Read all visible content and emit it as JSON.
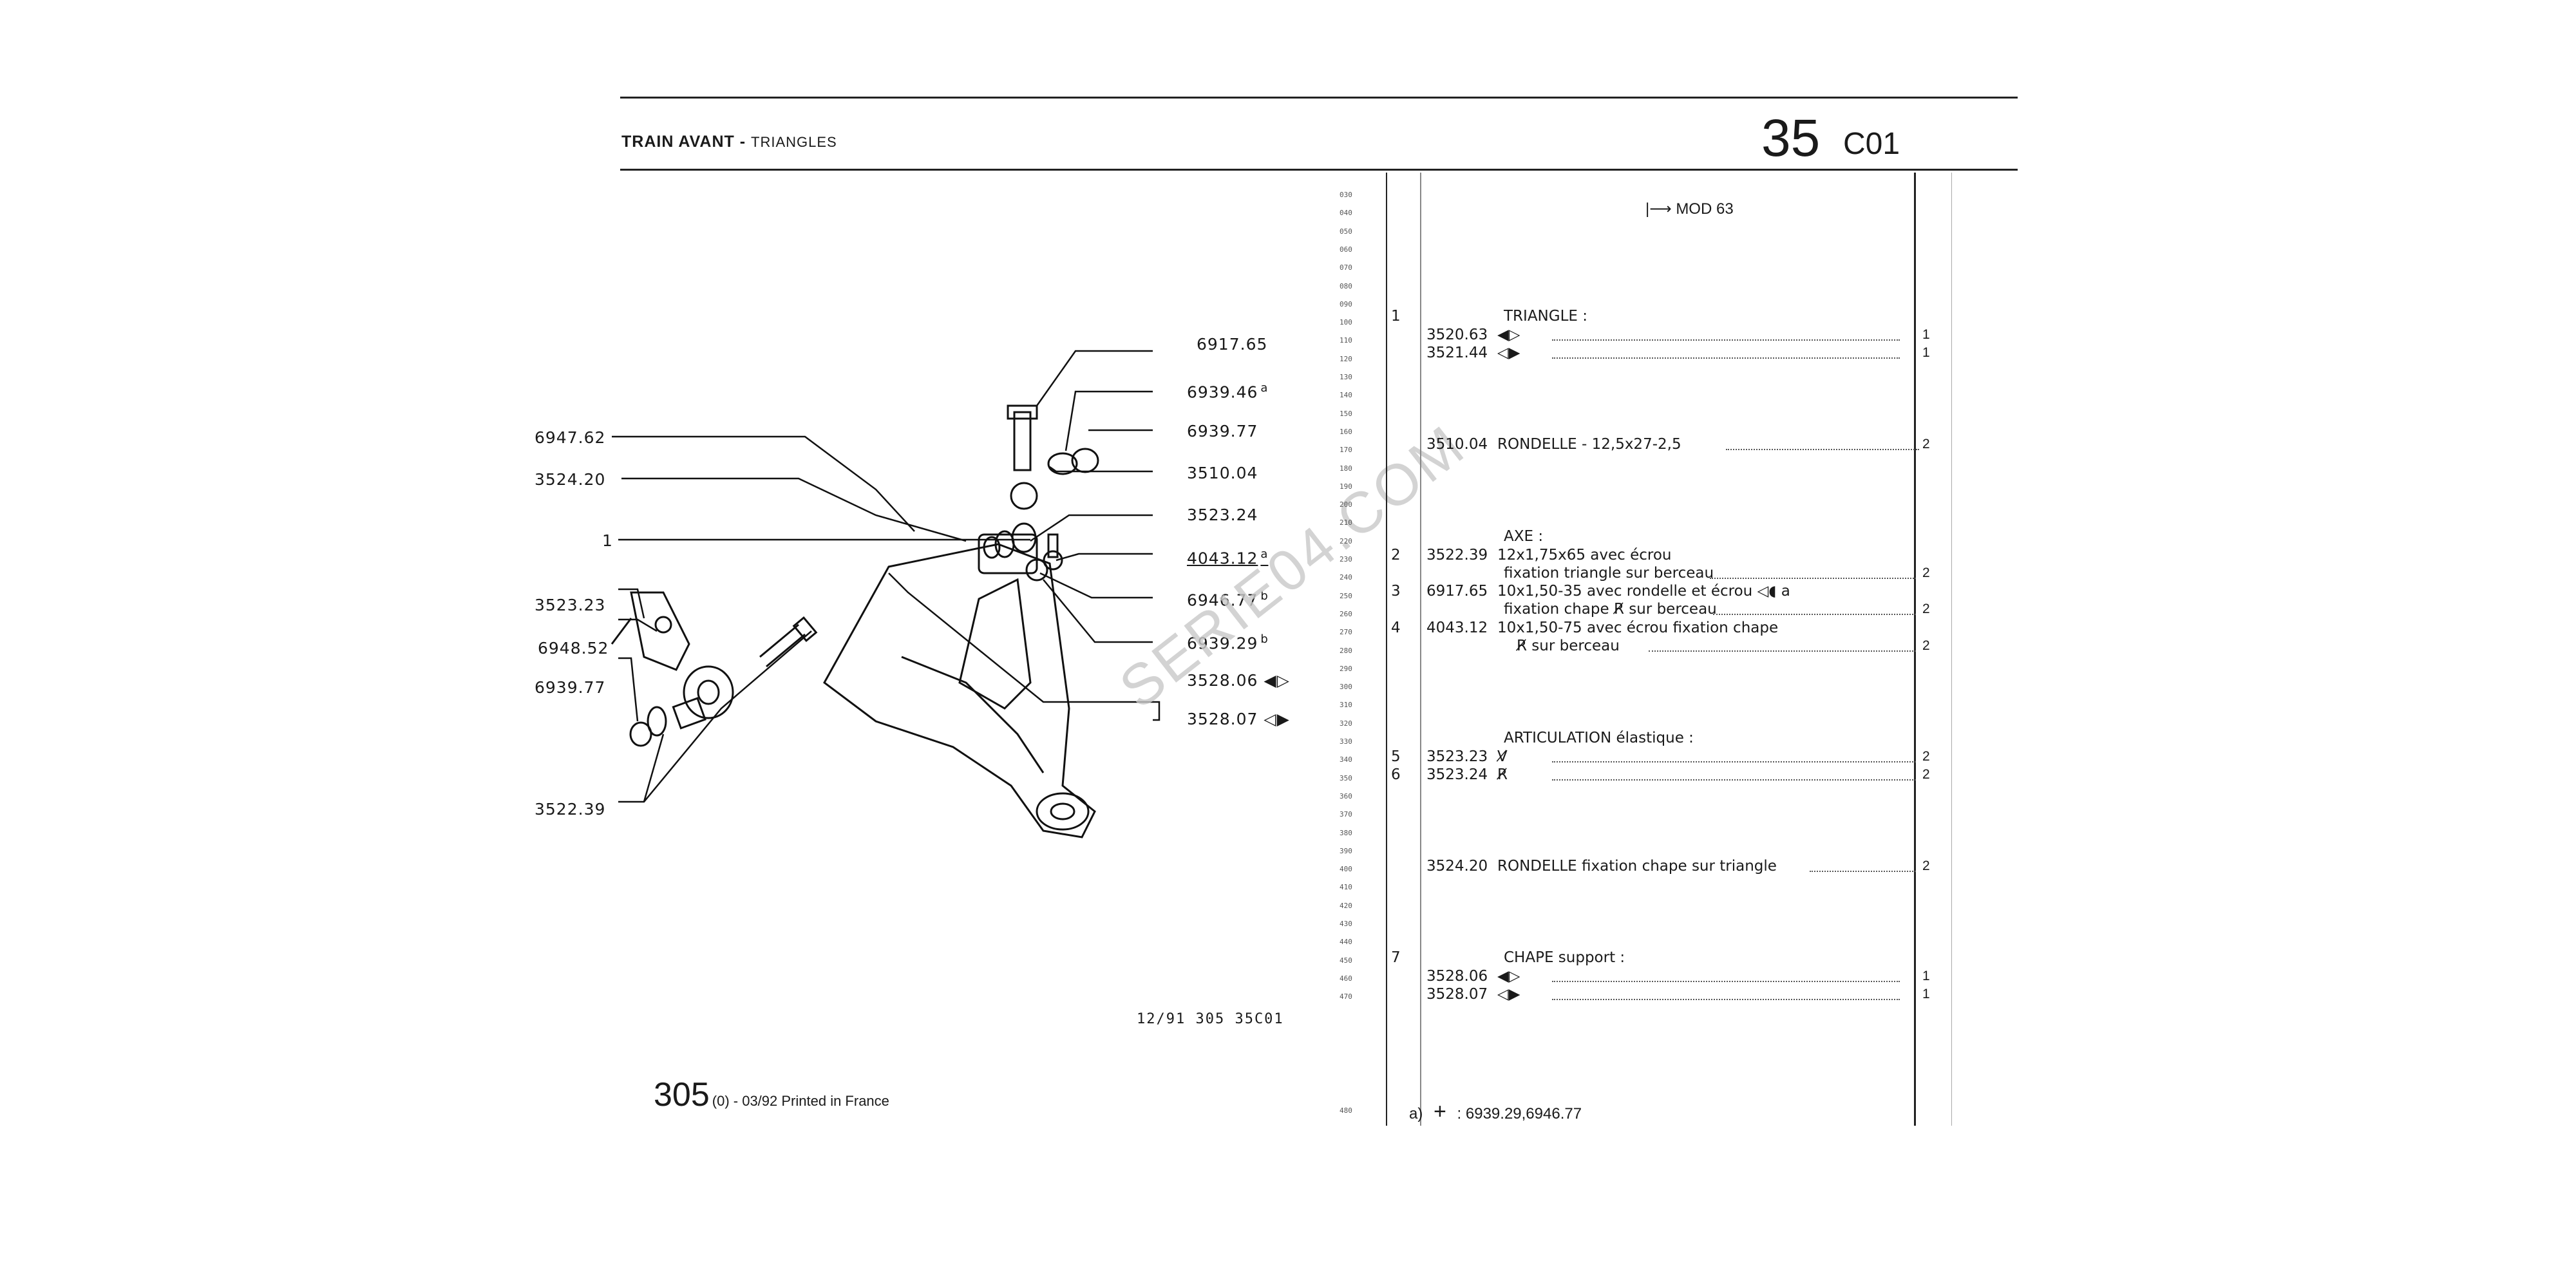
{
  "header": {
    "title_bold": "TRAIN AVANT",
    "title_sep": " - ",
    "title_sub": "TRIANGLES",
    "section_number": "35",
    "section_code": "C01"
  },
  "callouts": {
    "c_6917_65": "6917.65",
    "c_6939_46": "6939.46",
    "c_6939_46_sup": "a",
    "c_6939_77_top": "6939.77",
    "c_3510_04": "3510.04",
    "c_3523_24": "3523.24",
    "c_4043_12": "4043.12",
    "c_4043_12_sup": "a",
    "c_6946_77": "6946.77",
    "c_6946_77_sup": "b",
    "c_6939_29": "6939.29",
    "c_6939_29_sup": "b",
    "c_3528_06": "3528.06",
    "c_3528_07": "3528.07",
    "c_6947_62": "6947.62",
    "c_3524_20": "3524.20",
    "c_1": "1",
    "c_3523_23": "3523.23",
    "c_6948_52": "6948.52",
    "c_6939_77_left": "6939.77",
    "c_3522_39": "3522.39"
  },
  "diagram_ref": "12/91  305  35C01",
  "footer": {
    "model": "305",
    "rest": "(0) - 03/92 Printed in France"
  },
  "watermark": "SERIE04.COM",
  "line_numbers": [
    "030",
    "040",
    "050",
    "060",
    "070",
    "080",
    "090",
    "100",
    "110",
    "120",
    "130",
    "140",
    "150",
    "160",
    "170",
    "180",
    "190",
    "200",
    "210",
    "220",
    "230",
    "240",
    "250",
    "260",
    "270",
    "280",
    "290",
    "300",
    "310",
    "320",
    "330",
    "340",
    "350",
    "360",
    "370",
    "380",
    "390",
    "400",
    "410",
    "420",
    "430",
    "440",
    "450",
    "460",
    "470"
  ],
  "last_line_number": "480",
  "mod_marker": "MOD 63",
  "parts": {
    "triangle_idx": "1",
    "triangle_label": "TRIANGLE :",
    "triangle_a_ref": "3520.63",
    "triangle_a_qty": "1",
    "triangle_b_ref": "3521.44",
    "triangle_b_qty": "1",
    "rondelle_ref": "3510.04",
    "rondelle_desc": "RONDELLE - 12,5x27-2,5",
    "rondelle_qty": "2",
    "axe_label": "AXE :",
    "axe1_idx": "2",
    "axe1_ref": "3522.39",
    "axe1_desc1": "12x1,75x65 avec écrou",
    "axe1_desc2": "fixation triangle sur berceau",
    "axe1_qty": "2",
    "axe2_idx": "3",
    "axe2_ref": "6917.65",
    "axe2_desc1": "10x1,50-35 avec rondelle et écrou",
    "axe2_desc1_suffix": "a",
    "axe2_desc2": "fixation chape",
    "axe2_desc2b": "sur berceau",
    "axe2_qty": "2",
    "axe3_idx": "4",
    "axe3_ref": "4043.12",
    "axe3_desc1": "10x1,50-75 avec écrou fixation chape",
    "axe3_desc2": "sur berceau",
    "axe3_qty": "2",
    "artic_label": "ARTICULATION élastique :",
    "artic1_idx": "5",
    "artic1_ref": "3523.23",
    "artic1_qty": "2",
    "artic2_idx": "6",
    "artic2_ref": "3523.24",
    "artic2_qty": "2",
    "rondelle2_ref": "3524.20",
    "rondelle2_desc": "RONDELLE fixation chape sur triangle",
    "rondelle2_qty": "2",
    "chape_idx": "7",
    "chape_label": "CHAPE support :",
    "chape_a_ref": "3528.06",
    "chape_a_qty": "1",
    "chape_b_ref": "3528.07",
    "chape_b_qty": "1"
  },
  "note": {
    "prefix": "a)",
    "plus": "+",
    "text": ": 6939.29,6946.77"
  },
  "icons": [
    "left-arrow-filled-icon",
    "right-arrow-filled-icon",
    "mod-arrow-icon",
    "left-side-symbol-icon",
    "right-side-symbol-icon"
  ]
}
